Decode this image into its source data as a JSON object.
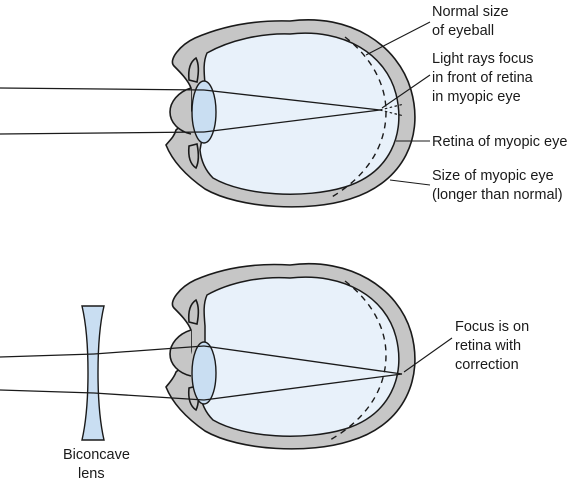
{
  "top_panel": {
    "label_normal_size": [
      "Normal size",
      "of eyeball"
    ],
    "label_focus": [
      "Light rays focus",
      "in front of retina",
      "in myopic eye"
    ],
    "label_retina": [
      "Retina of myopic eye"
    ],
    "label_size_myopic": [
      "Size of myopic eye",
      "(longer than normal)"
    ]
  },
  "bottom_panel": {
    "label_focus_corrected": [
      "Focus is on",
      "retina with",
      "correction"
    ],
    "label_lens": [
      "Biconcave",
      "lens"
    ]
  },
  "colors": {
    "shell": "#c6c6c6",
    "inner": "#e8f1fa",
    "lens": "#c9def2",
    "stroke": "#1a1a1a"
  }
}
